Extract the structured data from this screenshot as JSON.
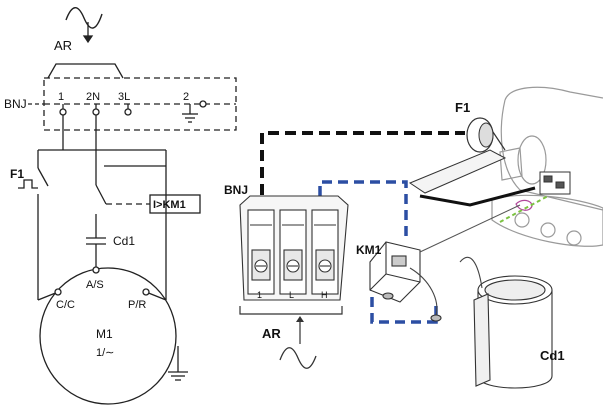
{
  "schematic": {
    "ar": "AR",
    "bnj": "BNJ",
    "t1": "1",
    "t2n": "2N",
    "t3l": "3L",
    "t2": "2",
    "f1": "F1",
    "relay": "I>KM1",
    "cap": "Cd1",
    "cc": "C/C",
    "as": "A/S",
    "pr": "P/R",
    "motor": "M1",
    "phase": "1/∼"
  },
  "illustration": {
    "f1": "F1",
    "bnj": "BNJ",
    "km1": "KM1",
    "ar": "AR",
    "cd1": "Cd1",
    "term_1": "1",
    "term_l": "L",
    "term_h": "H"
  },
  "colors": {
    "black_wire": "#111111",
    "blue_wire": "#2c4ea3",
    "green_wire": "#7cc242",
    "magenta": "#b0479a",
    "grey": "#8a8a8a"
  }
}
